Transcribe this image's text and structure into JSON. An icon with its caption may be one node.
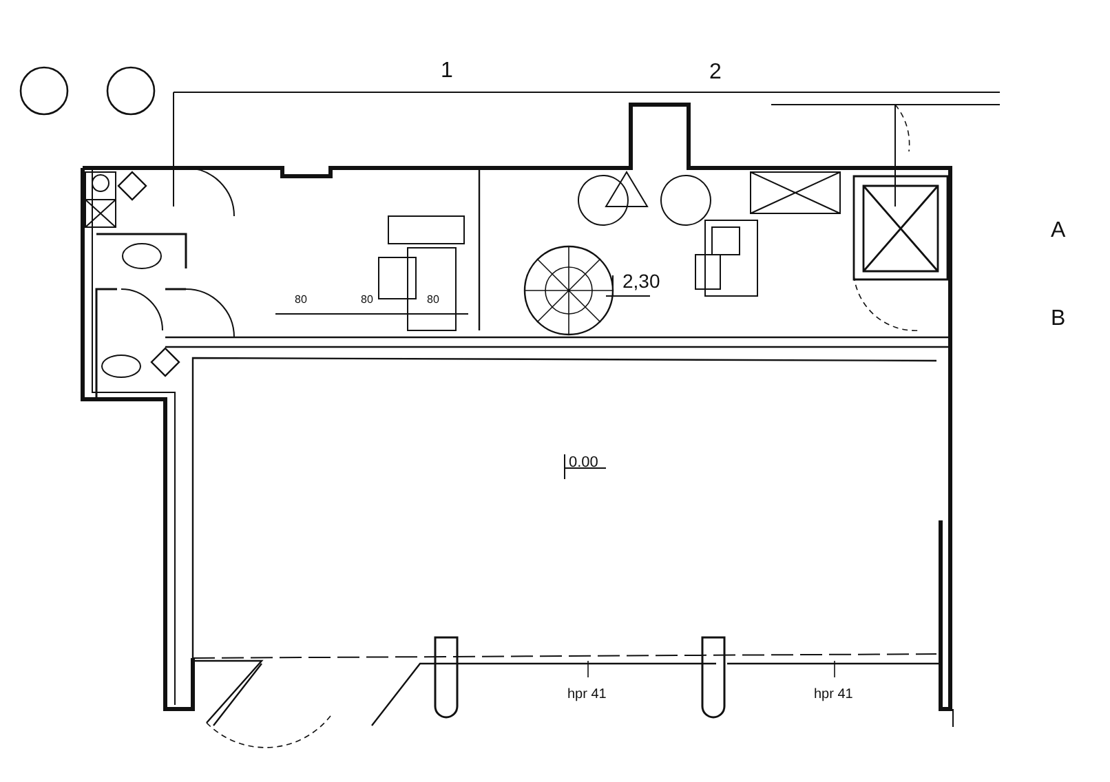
{
  "diagram": {
    "labels": [
      "1",
      "2",
      "A",
      "2,30",
      "80",
      "80",
      "80",
      "B",
      "0.00",
      "hpr 41",
      "hpr 41"
    ]
  }
}
